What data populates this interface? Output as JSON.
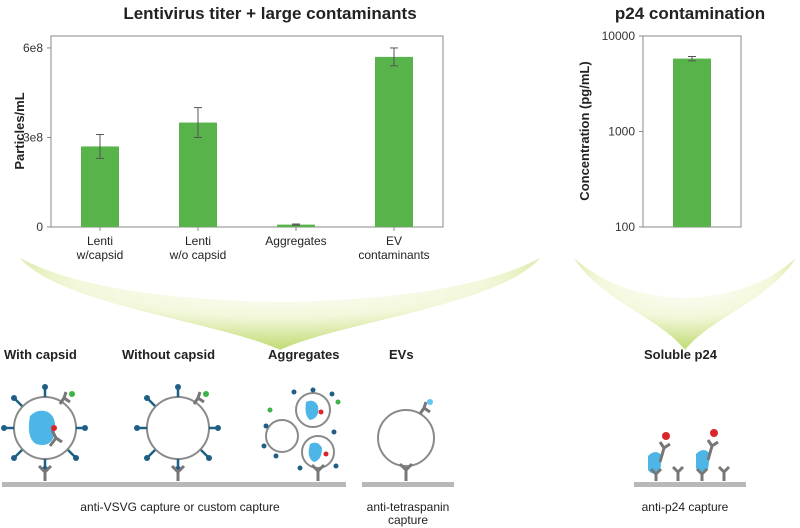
{
  "chart_data": [
    {
      "type": "bar",
      "title": "Lentivirus titer + large contaminants",
      "ylabel": "Particles/mL",
      "xlabel": "",
      "categories": [
        "Lenti w/capsid",
        "Lenti w/o capsid",
        "Aggregates",
        "EV contaminants"
      ],
      "category_lines": [
        [
          "Lenti",
          "w/capsid"
        ],
        [
          "Lenti",
          "w/o capsid"
        ],
        [
          "Aggregates"
        ],
        [
          "EV",
          "contaminants"
        ]
      ],
      "values": [
        270000000,
        350000000,
        8000000,
        570000000
      ],
      "error": [
        40000000,
        50000000,
        2000000,
        30000000
      ],
      "ylim": [
        0,
        640000000
      ],
      "yticks": [
        0,
        300000000,
        600000000
      ],
      "ytick_labels": [
        "0",
        "3e8",
        "6e8"
      ],
      "color": "#58b44a",
      "grid": false
    },
    {
      "type": "bar",
      "title": "p24 contamination",
      "ylabel": "Concentration (pg/mL)",
      "xlabel": "",
      "categories": [
        ""
      ],
      "values": [
        5800
      ],
      "error": [
        300
      ],
      "yscale": "log",
      "ylim": [
        100,
        10000
      ],
      "yticks": [
        100,
        1000,
        10000
      ],
      "ytick_labels": [
        "100",
        "1000",
        "10000"
      ],
      "color": "#58b44a",
      "grid": false
    }
  ],
  "diagram": {
    "labels": {
      "with_capsid": "With capsid",
      "without_capsid": "Without capsid",
      "aggregates": "Aggregates",
      "evs": "EVs",
      "soluble_p24": "Soluble p24"
    },
    "captions": {
      "vsvg": "anti-VSVG capture or custom capture",
      "tetraspanin_1": "anti-tetraspanin",
      "tetraspanin_2": "capture",
      "p24": "anti-p24 capture"
    },
    "colors": {
      "capsid": "#4eb6e6",
      "spike": "#1f5f85",
      "antibody": "#8a8a8a",
      "dye_red": "#d9262c",
      "dye_green": "#3cb44a",
      "dye_blue": "#5ec8ee",
      "surface": "#b8b8b8",
      "arrow": "#c5dc7e"
    }
  }
}
